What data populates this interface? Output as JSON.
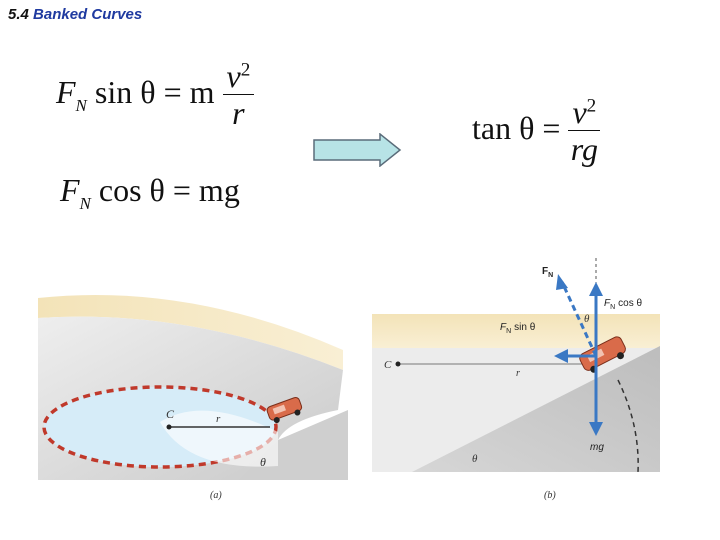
{
  "title": {
    "number": "5.4",
    "text": "Banked Curves"
  },
  "equations": {
    "eq1": {
      "lhs_f": "F",
      "lhs_sub": "N",
      "lhs_rest": "sin θ = m",
      "numerator": "v",
      "exp": "2",
      "denominator": "r"
    },
    "eq2": {
      "f": "F",
      "sub": "N",
      "rest": "cos θ = mg"
    },
    "eq3": {
      "lhs": "tan θ =",
      "numerator": "v",
      "exp": "2",
      "denominator": "rg"
    }
  },
  "figure_a": {
    "center": "C",
    "radius": "r",
    "angle": "θ",
    "caption": "(a)"
  },
  "figure_b": {
    "fn_vector": "F",
    "fn_vector_sub": "N",
    "fn_cos": "F",
    "fn_cos_sub": "N",
    "fn_cos_rest": "cos θ",
    "fn_sin": "F",
    "fn_sin_sub": "N",
    "fn_sin_rest": "sin θ",
    "theta_top": "θ",
    "center": "C",
    "radius": "r",
    "angle": "θ",
    "weight": "mg",
    "caption": "(b)"
  },
  "colors": {
    "title": "#1f3aa0",
    "vector": "#3a78c4",
    "dashed_circle": "#c0392b",
    "track": "#d9d9d9",
    "arrow_fill": "#b7e3e6"
  }
}
